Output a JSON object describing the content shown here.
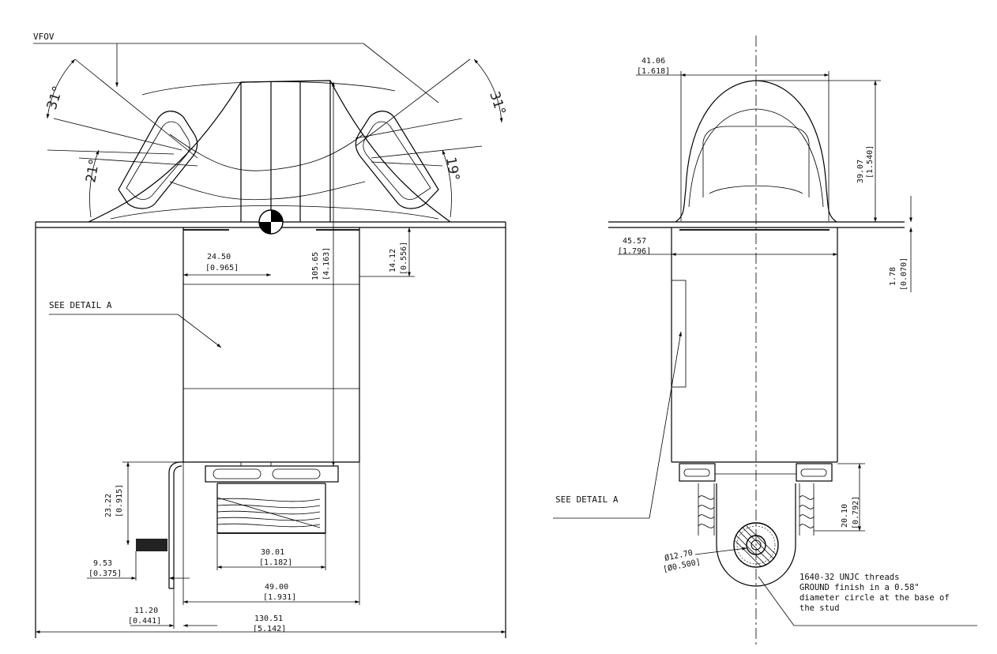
{
  "left_view": {
    "vfov_label": "VFOV",
    "angles": {
      "upper_left": "31°",
      "lower_left": "21°",
      "upper_right": "31°",
      "lower_right": "19°"
    },
    "see_detail": "SEE DETAIL A",
    "dims": {
      "d_24_50": {
        "mm": "24.50",
        "in": "[0.965]"
      },
      "d_105_65": {
        "mm": "105.65",
        "in": "[4.163]"
      },
      "d_14_12": {
        "mm": "14.12",
        "in": "[0.556]"
      },
      "d_23_22": {
        "mm": "23.22",
        "in": "[0.915]"
      },
      "d_9_53": {
        "mm": "9.53",
        "in": "[0.375]"
      },
      "d_30_01": {
        "mm": "30.01",
        "in": "[1.182]"
      },
      "d_49_00": {
        "mm": "49.00",
        "in": "[1.931]"
      },
      "d_11_20": {
        "mm": "11.20",
        "in": "[0.441]"
      },
      "d_130_51": {
        "mm": "130.51",
        "in": "[5.142]"
      }
    }
  },
  "right_view": {
    "see_detail": "SEE DETAIL A",
    "dims": {
      "d_41_06": {
        "mm": "41.06",
        "in": "[1.618]"
      },
      "d_39_07": {
        "mm": "39.07",
        "in": "[1.540]"
      },
      "d_45_57": {
        "mm": "45.57",
        "in": "[1.796]"
      },
      "d_1_78": {
        "mm": "1.78",
        "in": "[0.070]"
      },
      "d_20_10": {
        "mm": "20.10",
        "in": "[0.792]"
      },
      "d_12_70": {
        "mm": "Ø12.70",
        "in": "[Ø0.500]"
      }
    },
    "thread_note": [
      "1640-32 UNJC threads",
      "GROUND finish in a 0.58\"",
      "diameter circle at the base of",
      "the stud"
    ]
  }
}
